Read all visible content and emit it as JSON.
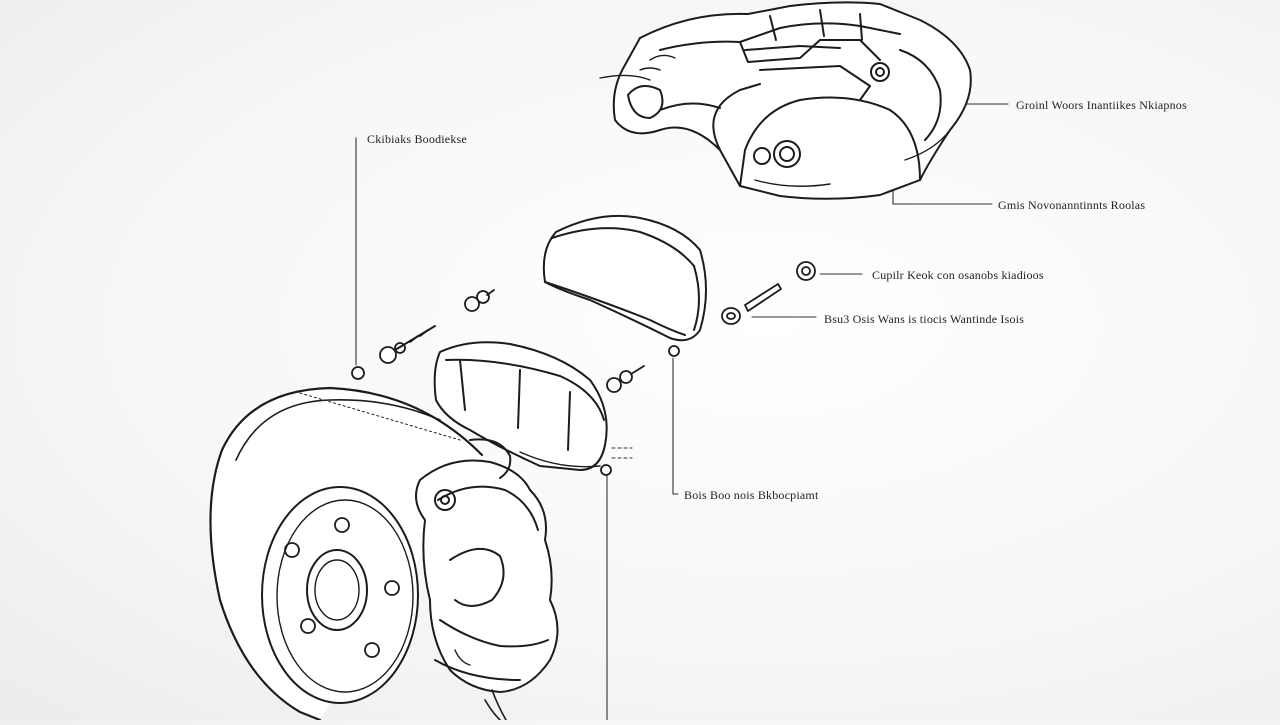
{
  "labels": {
    "top_left": "Ckibiaks Boodiekse",
    "top_right": "Groinl Woors Inantiikes Nkiapnos",
    "caliper_lower": "Gmis Novonanntinnts Roolas",
    "bolt_upper": "Cupilr Keok con osanobs kiadioos",
    "bolt_lower": "Bsu3 Osis Wans is tiocis Wantinde Isois",
    "pad_lower": "Bois Boo nois Bkbocpiamt"
  }
}
